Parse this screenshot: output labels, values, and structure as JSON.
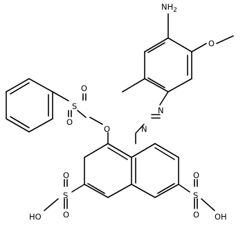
{
  "structure": {
    "name": "chemical-structure-diagram",
    "atom_labels": {
      "amino": "NH2",
      "methoxy_o": "O",
      "azo_n1": "N",
      "azo_n2": "N",
      "ester_o": "O",
      "sulfonyl_s": "S",
      "sulfonyl_o1": "O",
      "sulfonyl_o2": "O",
      "left_sulfo_s": "S",
      "left_sulfo_o_top": "O",
      "left_sulfo_o_bottom": "O",
      "left_sulfo_oh": "HO",
      "right_sulfo_s": "S",
      "right_sulfo_o_top": "O",
      "right_sulfo_o_bottom": "O",
      "right_sulfo_oh": "OH"
    },
    "colors": {
      "bond": "#000000",
      "text": "#000000",
      "background": "#ffffff"
    }
  }
}
